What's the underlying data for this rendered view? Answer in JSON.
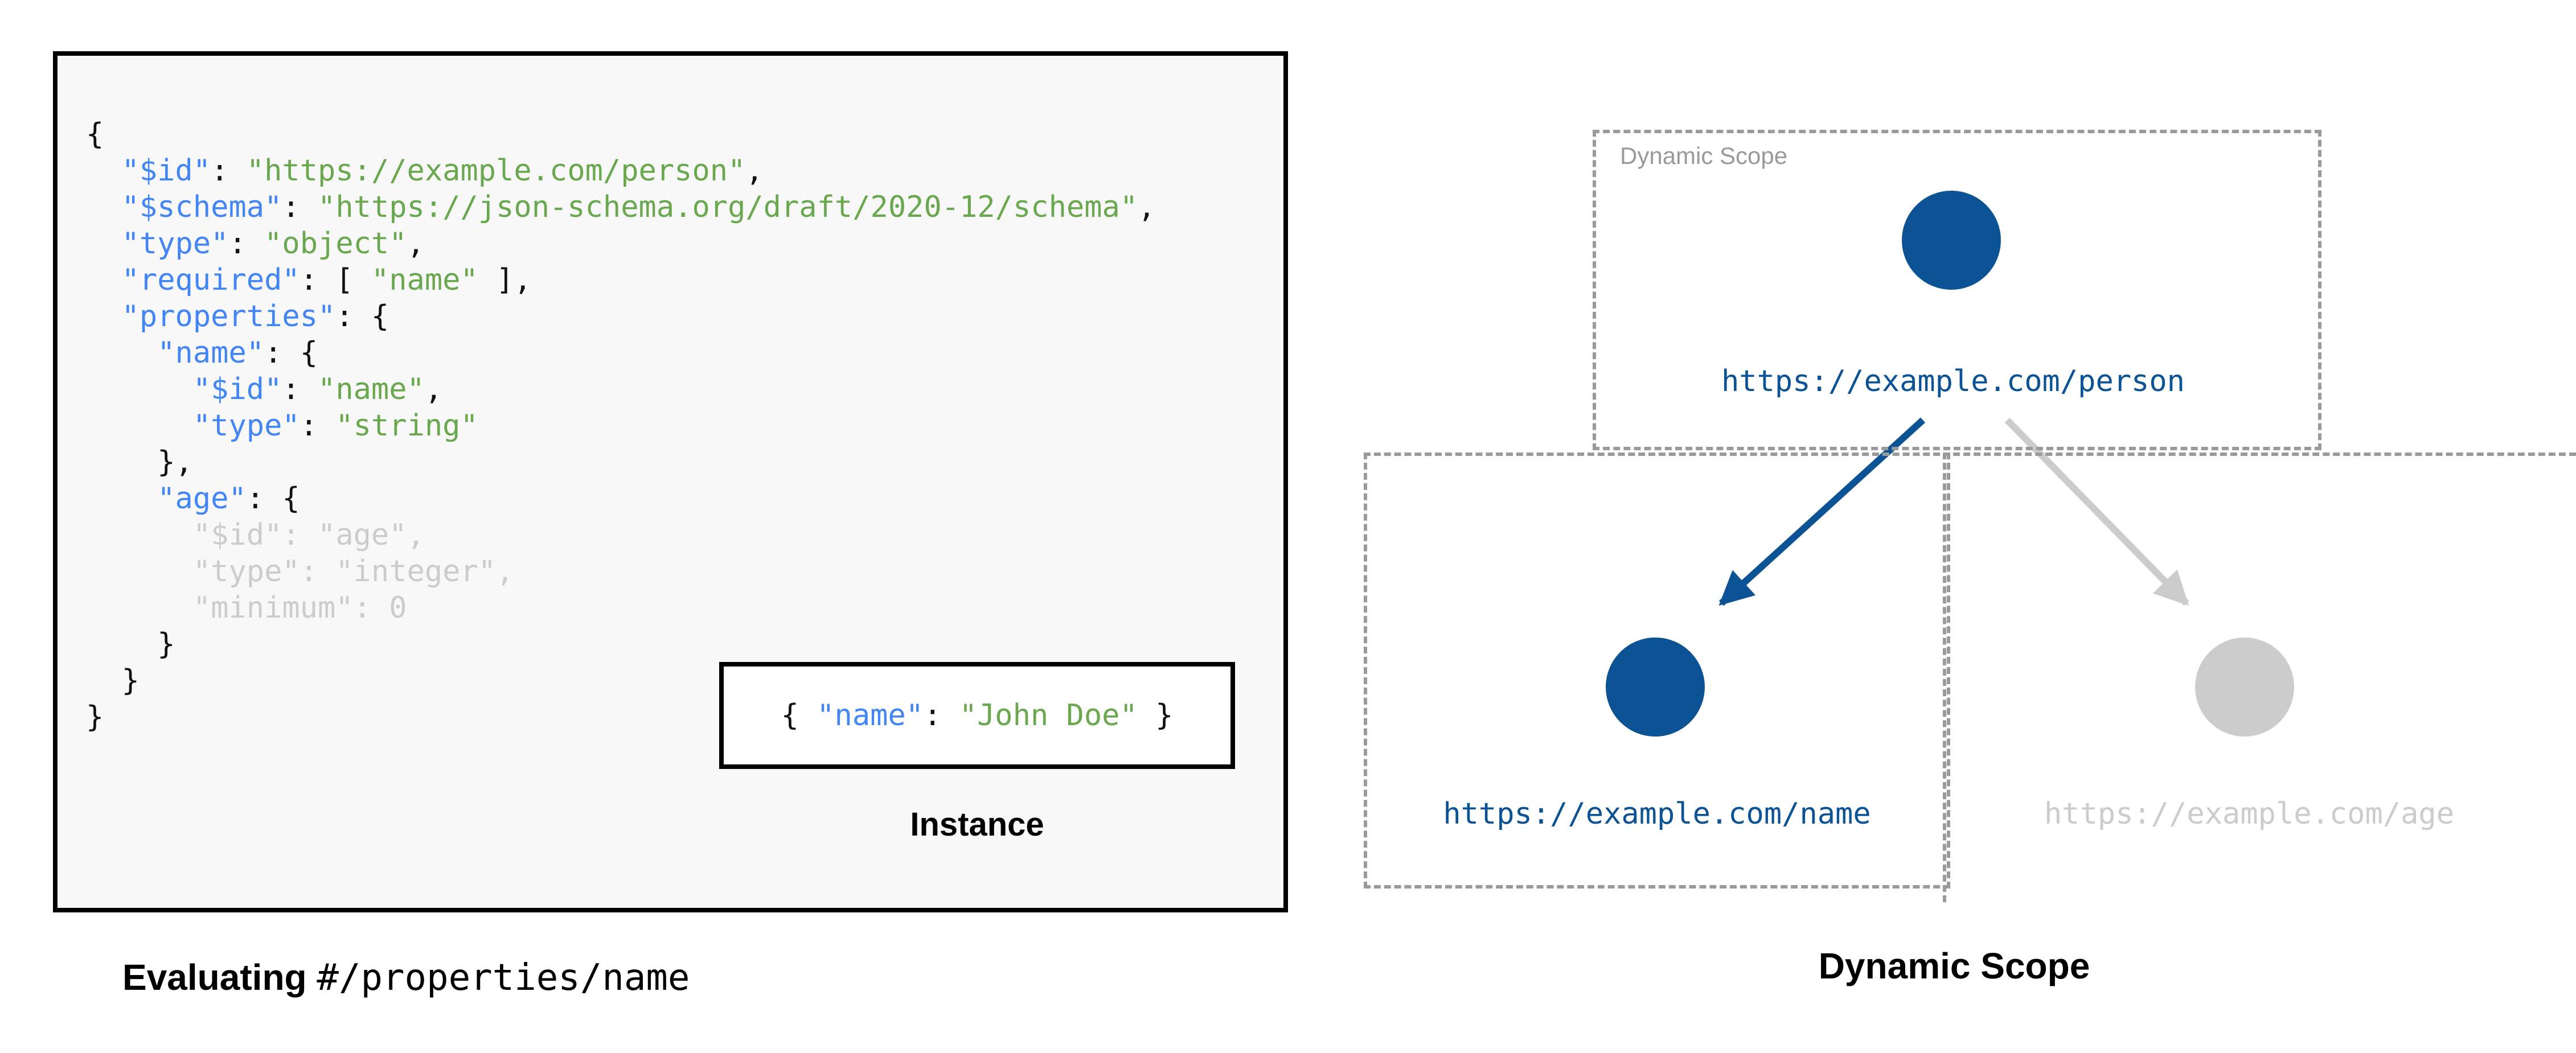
{
  "code_panel": {
    "lines": [
      [
        {
          "t": "{",
          "c": "p"
        }
      ],
      [
        {
          "t": "  ",
          "c": "p"
        },
        {
          "t": "\"$id\"",
          "c": "k"
        },
        {
          "t": ": ",
          "c": "p"
        },
        {
          "t": "\"https://example.com/person\"",
          "c": "s"
        },
        {
          "t": ",",
          "c": "p"
        }
      ],
      [
        {
          "t": "  ",
          "c": "p"
        },
        {
          "t": "\"$schema\"",
          "c": "k"
        },
        {
          "t": ": ",
          "c": "p"
        },
        {
          "t": "\"https://json-schema.org/draft/2020-12/schema\"",
          "c": "s"
        },
        {
          "t": ",",
          "c": "p"
        }
      ],
      [
        {
          "t": "  ",
          "c": "p"
        },
        {
          "t": "\"type\"",
          "c": "k"
        },
        {
          "t": ": ",
          "c": "p"
        },
        {
          "t": "\"object\"",
          "c": "s"
        },
        {
          "t": ",",
          "c": "p"
        }
      ],
      [
        {
          "t": "  ",
          "c": "p"
        },
        {
          "t": "\"required\"",
          "c": "k"
        },
        {
          "t": ": [ ",
          "c": "p"
        },
        {
          "t": "\"name\"",
          "c": "s"
        },
        {
          "t": " ],",
          "c": "p"
        }
      ],
      [
        {
          "t": "  ",
          "c": "p"
        },
        {
          "t": "\"properties\"",
          "c": "k"
        },
        {
          "t": ": {",
          "c": "p"
        }
      ],
      [
        {
          "t": "    ",
          "c": "p"
        },
        {
          "t": "\"name\"",
          "c": "k"
        },
        {
          "t": ": {",
          "c": "p"
        }
      ],
      [
        {
          "t": "      ",
          "c": "p"
        },
        {
          "t": "\"$id\"",
          "c": "k"
        },
        {
          "t": ": ",
          "c": "p"
        },
        {
          "t": "\"name\"",
          "c": "s"
        },
        {
          "t": ",",
          "c": "p"
        }
      ],
      [
        {
          "t": "      ",
          "c": "p"
        },
        {
          "t": "\"type\"",
          "c": "k"
        },
        {
          "t": ": ",
          "c": "p"
        },
        {
          "t": "\"string\"",
          "c": "s"
        }
      ],
      [
        {
          "t": "    },",
          "c": "p"
        }
      ],
      [
        {
          "t": "    ",
          "c": "p"
        },
        {
          "t": "\"age\"",
          "c": "k"
        },
        {
          "t": ": {",
          "c": "p"
        }
      ],
      [
        {
          "t": "      ",
          "c": "dim"
        },
        {
          "t": "\"$id\"",
          "c": "dim"
        },
        {
          "t": ": ",
          "c": "dim"
        },
        {
          "t": "\"age\"",
          "c": "dim"
        },
        {
          "t": ",",
          "c": "dim"
        }
      ],
      [
        {
          "t": "      ",
          "c": "dim"
        },
        {
          "t": "\"type\"",
          "c": "dim"
        },
        {
          "t": ": ",
          "c": "dim"
        },
        {
          "t": "\"integer\"",
          "c": "dim"
        },
        {
          "t": ",",
          "c": "dim"
        }
      ],
      [
        {
          "t": "      ",
          "c": "dim"
        },
        {
          "t": "\"minimum\"",
          "c": "dim"
        },
        {
          "t": ": ",
          "c": "dim"
        },
        {
          "t": "0",
          "c": "dim"
        }
      ],
      [
        {
          "t": "    }",
          "c": "p"
        }
      ],
      [
        {
          "t": "  }",
          "c": "p"
        }
      ],
      [
        {
          "t": "}",
          "c": "p"
        }
      ]
    ]
  },
  "instance": {
    "segments": [
      {
        "t": "{ ",
        "c": "p"
      },
      {
        "t": "\"name\"",
        "c": "k"
      },
      {
        "t": ": ",
        "c": "p"
      },
      {
        "t": "\"John Doe\"",
        "c": "s"
      },
      {
        "t": " }",
        "c": "p"
      }
    ],
    "caption": "Instance"
  },
  "left_caption": {
    "bold_text": "Evaluating ",
    "mono_text": "#/properties/name"
  },
  "scope": {
    "box_label": "Dynamic Scope",
    "caption": "Dynamic Scope",
    "nodes": [
      {
        "id": "person",
        "label": "https://example.com/person",
        "color": "#0B5394",
        "state": "active"
      },
      {
        "id": "name",
        "label": "https://example.com/name",
        "color": "#0B5394",
        "state": "active"
      },
      {
        "id": "age",
        "label": "https://example.com/age",
        "color": "#CCCCCC",
        "state": "inactive"
      }
    ],
    "edges": [
      {
        "from": "person",
        "to": "name",
        "color": "#0B5394"
      },
      {
        "from": "person",
        "to": "age",
        "color": "#CCCCCC"
      }
    ]
  },
  "colors": {
    "accent_blue": "#0B5394",
    "json_key": "#4285F4",
    "json_string": "#6AA84F",
    "muted_gray": "#CCCCCC",
    "dash_gray": "#9A9A9A",
    "panel_bg": "#F8F8F8",
    "border_black": "#000000"
  }
}
